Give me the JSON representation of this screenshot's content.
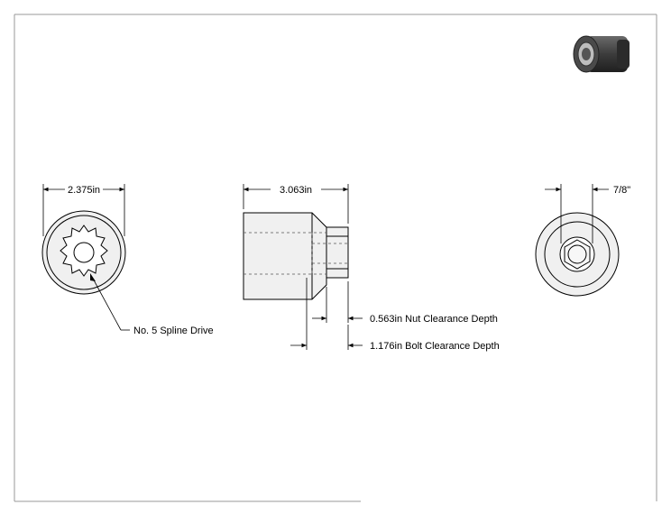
{
  "drawing": {
    "views": {
      "end_view_dimension": "2.375in",
      "end_view_callout": "No. 5 Spline Drive",
      "side_view_dimension": "3.063in",
      "nut_clearance_callout": "0.563in Nut Clearance Depth",
      "bolt_clearance_callout": "1.176in Bolt Clearance Depth",
      "back_view_dimension": "7/8\""
    },
    "thumbnail": {
      "description_icon": "spline-socket-render-icon"
    },
    "colors": {
      "line": "#000000",
      "body_shade": "#e8e8e8",
      "thumbnail_dark": "#3a3a3a"
    }
  }
}
